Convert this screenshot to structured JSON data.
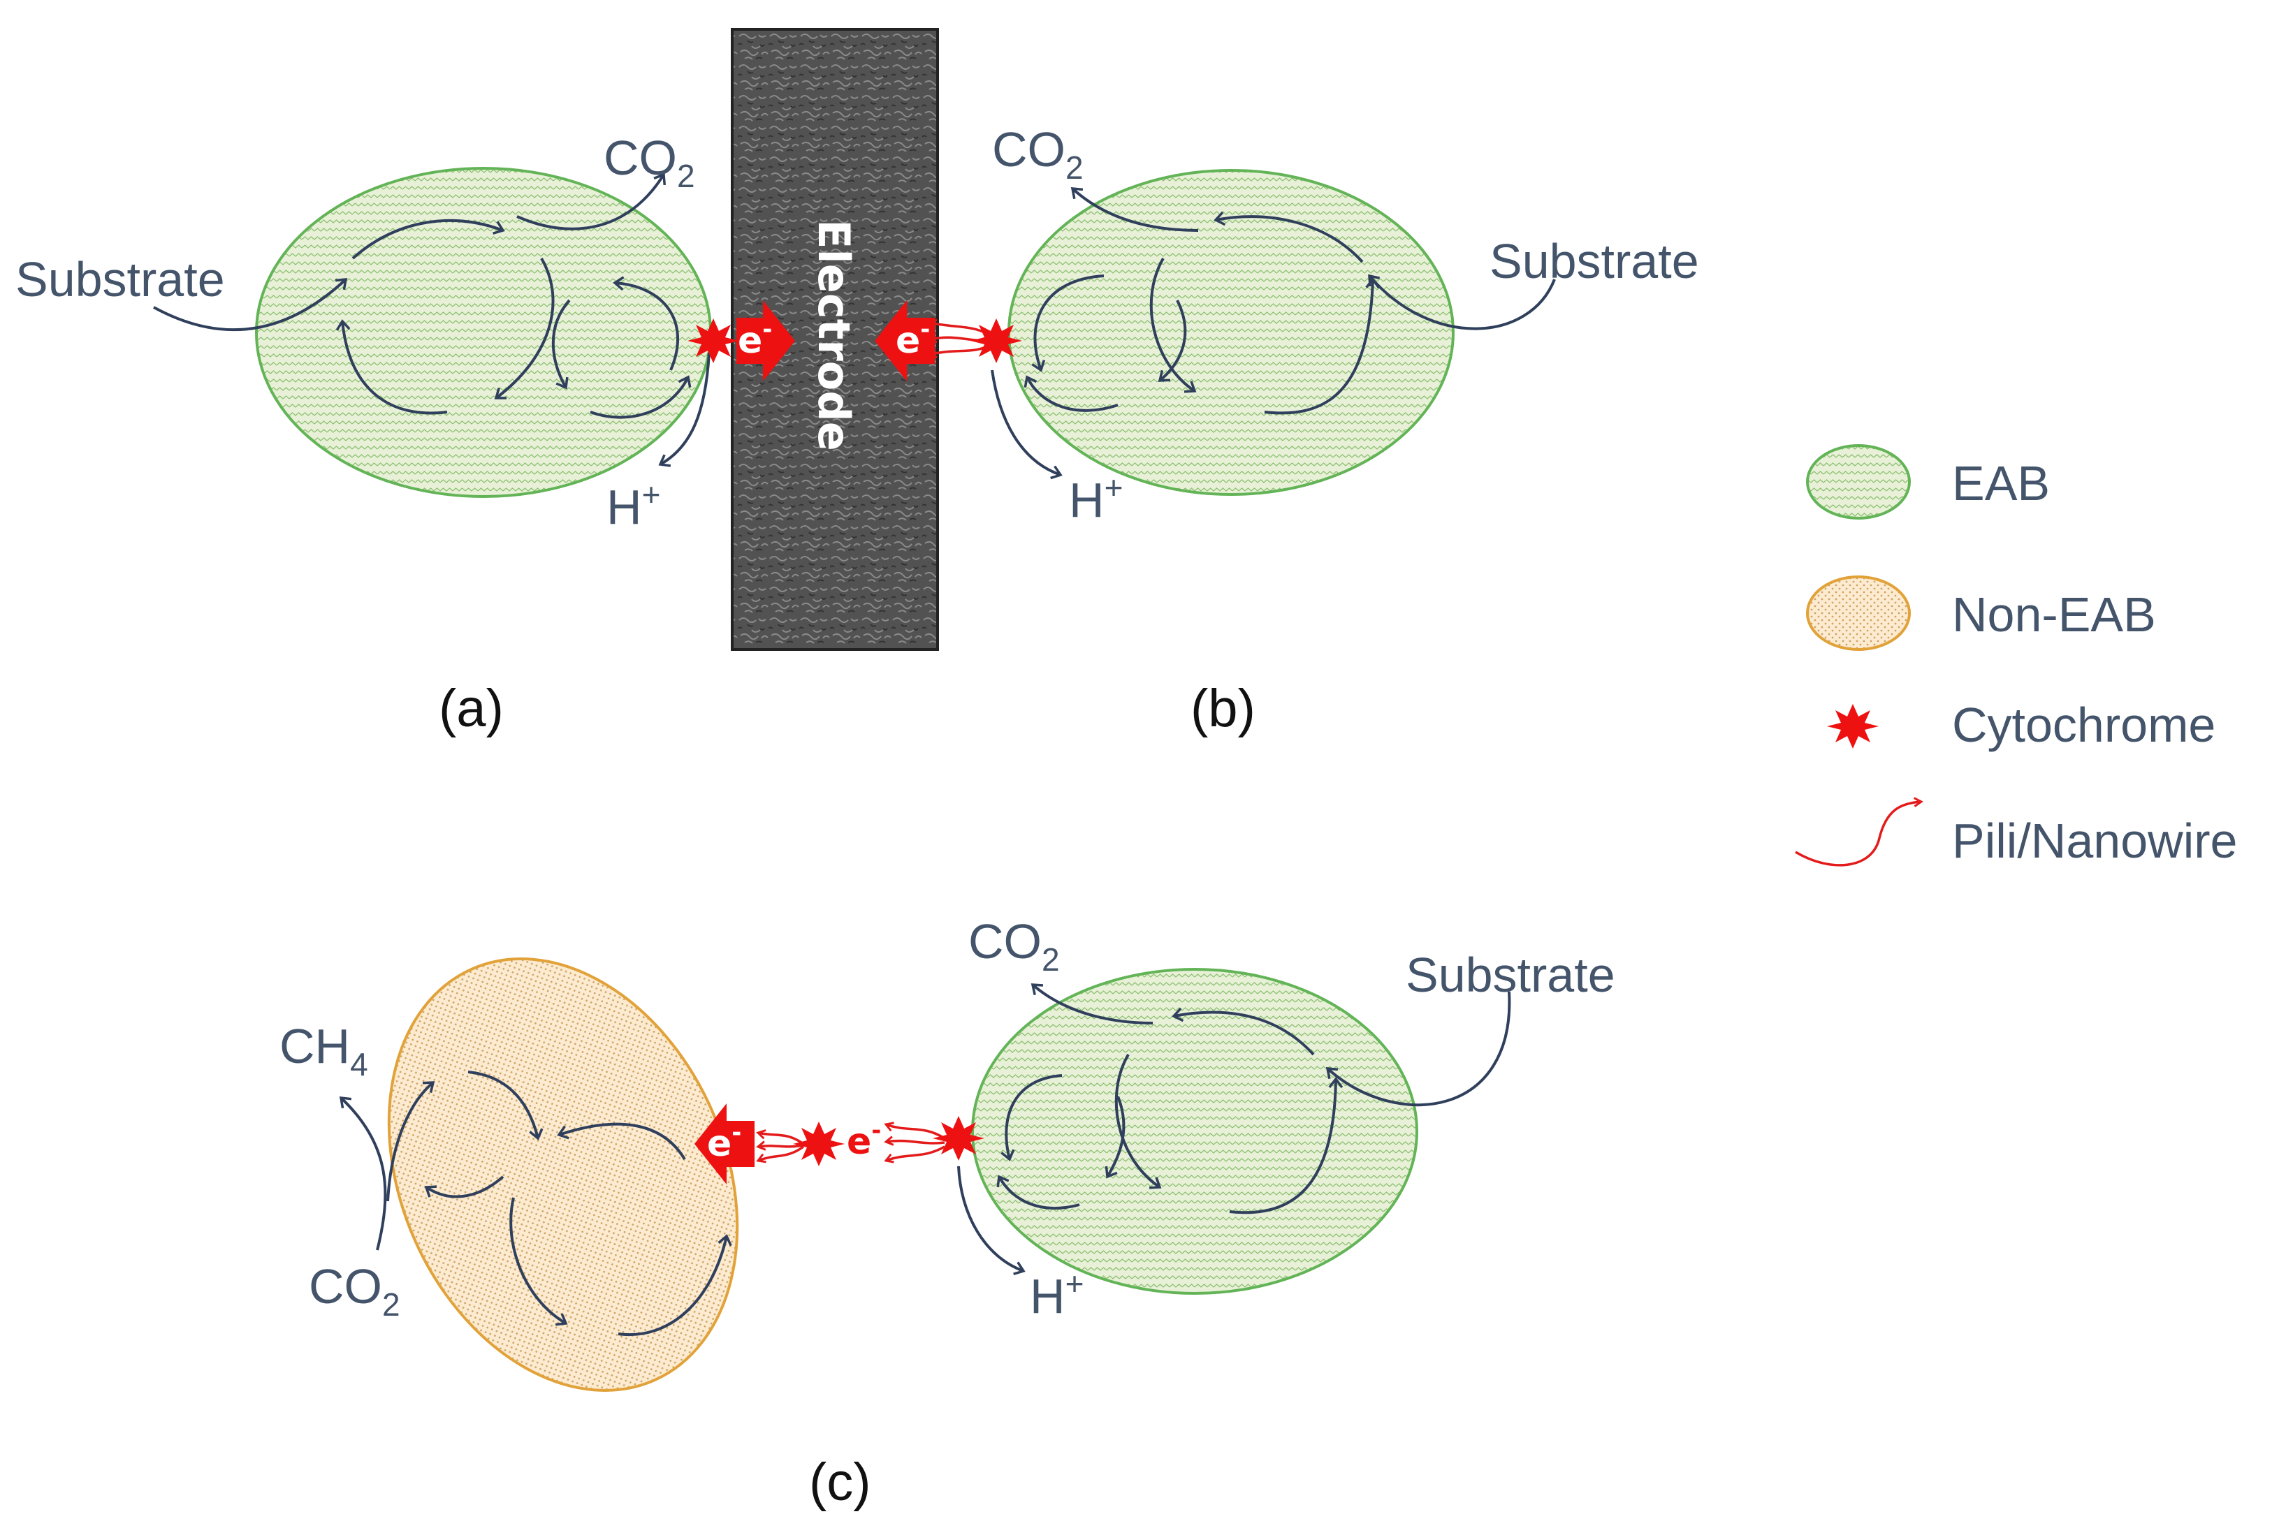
{
  "colors": {
    "eab_fill": "#e8f1d8",
    "eab_stroke": "#63b457",
    "non_eab_fill": "#fcebd0",
    "non_eab_stroke": "#e2a23a",
    "arrow": "#2f3f5c",
    "text": "#44546a",
    "electron_red": "#ee1111",
    "electrode": "#4a4a4a"
  },
  "electrode": {
    "label": "Electrode"
  },
  "panel_a": {
    "label": "(a)",
    "substrate": "Substrate",
    "co2": "CO",
    "co2_sub": "2",
    "h": "H",
    "h_sup": "+",
    "electron": "e",
    "electron_sup": "-"
  },
  "panel_b": {
    "label": "(b)",
    "substrate": "Substrate",
    "co2": "CO",
    "co2_sub": "2",
    "h": "H",
    "h_sup": "+",
    "electron": "e",
    "electron_sup": "-"
  },
  "panel_c": {
    "label": "(c)",
    "substrate": "Substrate",
    "co2_right": "CO",
    "co2_right_sub": "2",
    "h": "H",
    "h_sup": "+",
    "ch4": "CH",
    "ch4_sub": "4",
    "co2_left": "CO",
    "co2_left_sub": "2",
    "electron_arrow": "e",
    "electron_arrow_sup": "-",
    "electron_free": "e",
    "electron_free_sup": "-"
  },
  "legend": [
    {
      "label": "EAB",
      "icon": "eab-cell-icon"
    },
    {
      "label": "Non-EAB",
      "icon": "non-eab-cell-icon"
    },
    {
      "label": "Cytochrome",
      "icon": "cytochrome-star-icon"
    },
    {
      "label": "Pili/Nanowire",
      "icon": "pili-wire-icon"
    }
  ]
}
